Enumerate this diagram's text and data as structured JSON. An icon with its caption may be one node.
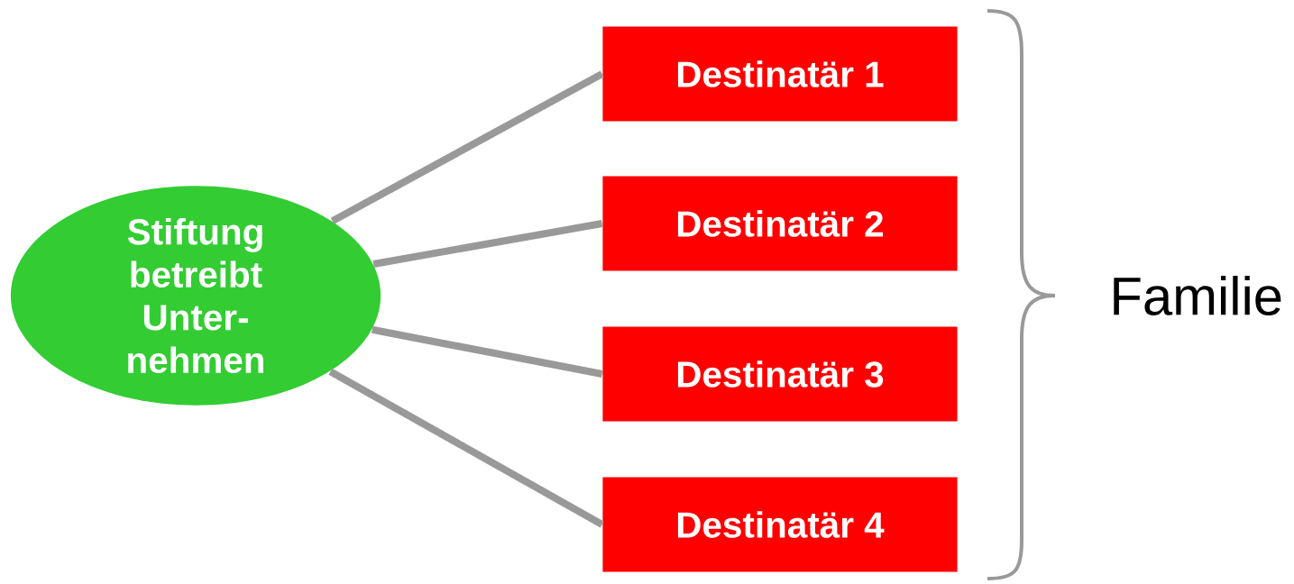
{
  "diagram": {
    "nodes": [
      {
        "text": [
          "Stiftung betreibt Unter- nehmen"
        ]
      },
      {
        "text": [
          "Destinatär 1"
        ]
      },
      {
        "text": [
          "Destinatär 2"
        ]
      },
      {
        "text": [
          "Destinatär 3"
        ]
      },
      {
        "text": [
          "Destinatär 4"
        ]
      }
    ],
    "edges": [
      {
        "from": 0,
        "to": 1,
        "arrow": "none"
      },
      {
        "from": 0,
        "to": 2,
        "arrow": "none"
      },
      {
        "from": 0,
        "to": 3,
        "arrow": "none"
      },
      {
        "from": 0,
        "to": 4,
        "arrow": "none"
      }
    ],
    "labels": [
      "Familie"
    ]
  }
}
